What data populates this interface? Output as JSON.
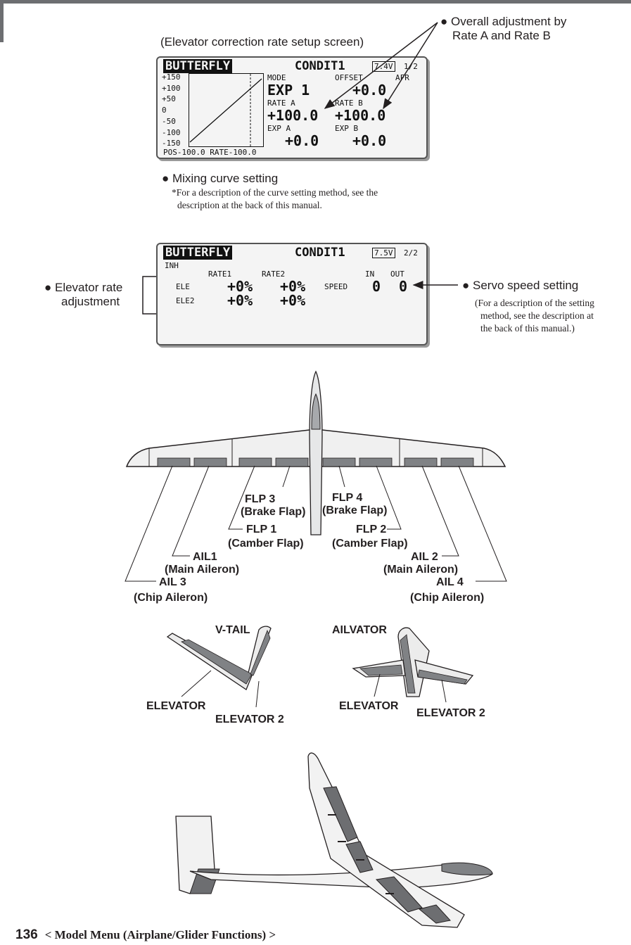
{
  "screen1": {
    "caption": "(Elevator correction rate setup screen)",
    "callout_overall_1": "● Overall adjustment by",
    "callout_overall_2": "Rate A and Rate B",
    "title": "BUTTERFLY",
    "condition": "CONDIT1",
    "battery": "7.4V",
    "page": "1/2",
    "yticks": [
      "+150",
      "+100",
      "+50",
      "0",
      "-50",
      "-100",
      "-150"
    ],
    "mode_label": "MODE",
    "mode_value": "EXP 1",
    "offset_label": "OFFSET",
    "afr_label": "AFR",
    "offset_value": "+0.0",
    "rate_a_label": "RATE A",
    "rate_b_label": "RATE B",
    "rate_a_value": "+100.0",
    "rate_b_value": "+100.0",
    "exp_a_label": "EXP A",
    "exp_b_label": "EXP B",
    "exp_a_value": "+0.0",
    "exp_b_value": "+0.0",
    "status_line": "POS-100.0 RATE-100.0",
    "mixing_curve": "● Mixing curve setting",
    "curve_note_1": "*For a description of the curve setting method, see the",
    "curve_note_2": "description at the back of this manual."
  },
  "screen2": {
    "title": "BUTTERFLY",
    "condition": "CONDIT1",
    "battery": "7.5V",
    "page": "2/2",
    "inh": "INH",
    "rate1_label": "RATE1",
    "rate2_label": "RATE2",
    "in_label": "IN",
    "out_label": "OUT",
    "ele_label": "ELE",
    "ele2_label": "ELE2",
    "ele_rate1": "+0%",
    "ele_rate2": "+0%",
    "ele2_rate1": "+0%",
    "ele2_rate2": "+0%",
    "speed_label": "SPEED",
    "speed_in": "0",
    "speed_out": "0",
    "elev_rate_callout_1": "● Elevator rate",
    "elev_rate_callout_2": "adjustment",
    "servo_callout": "● Servo speed setting",
    "servo_note_1": "(For a description of the setting",
    "servo_note_2": "method, see the description at",
    "servo_note_3": "the back of this manual.)"
  },
  "wing": {
    "flp3": "FLP  3",
    "flp3_sub": "(Brake Flap)",
    "flp4": "FLP  4",
    "flp4_sub": "(Brake Flap)",
    "flp1": "FLP 1",
    "flp1_sub": "(Camber Flap)",
    "flp2": "FLP 2",
    "flp2_sub": "(Camber Flap)",
    "ail1": "AIL1",
    "ail1_sub": "(Main Aileron)",
    "ail2": "AIL 2",
    "ail2_sub": "(Main Aileron)",
    "ail3": "AIL 3",
    "ail3_sub": "(Chip Aileron)",
    "ail4": "AIL 4",
    "ail4_sub": "(Chip Aileron)"
  },
  "tails": {
    "vtail_title": "V-TAIL",
    "ailvator_title": "AILVATOR",
    "vtail_elevator": "ELEVATOR",
    "vtail_elevator2": "ELEVATOR 2",
    "ailv_elevator": "ELEVATOR",
    "ailv_elevator2": "ELEVATOR 2"
  },
  "footer": {
    "page_number": "136",
    "section": "< Model Menu (Airplane/Glider Functions) >"
  }
}
